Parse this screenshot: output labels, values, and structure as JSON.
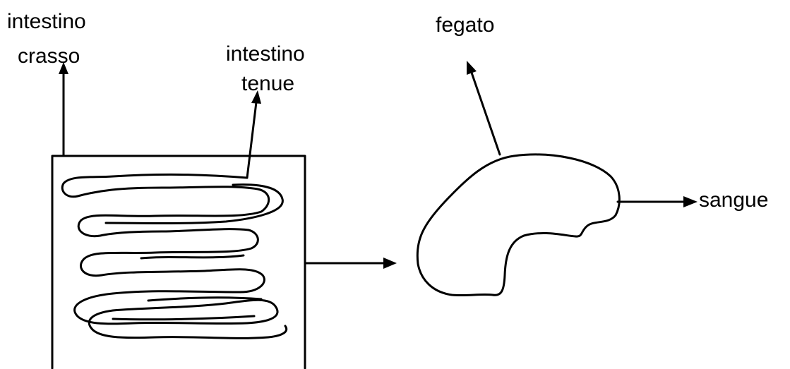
{
  "labels": {
    "large_intestine_line1": "intestino",
    "large_intestine_line2": "crasso",
    "small_intestine_line1": "intestino",
    "small_intestine_line2": "tenue",
    "liver": "fegato",
    "blood": "sangue"
  },
  "colors": {
    "stroke": "#000000",
    "background": "#ffffff"
  }
}
